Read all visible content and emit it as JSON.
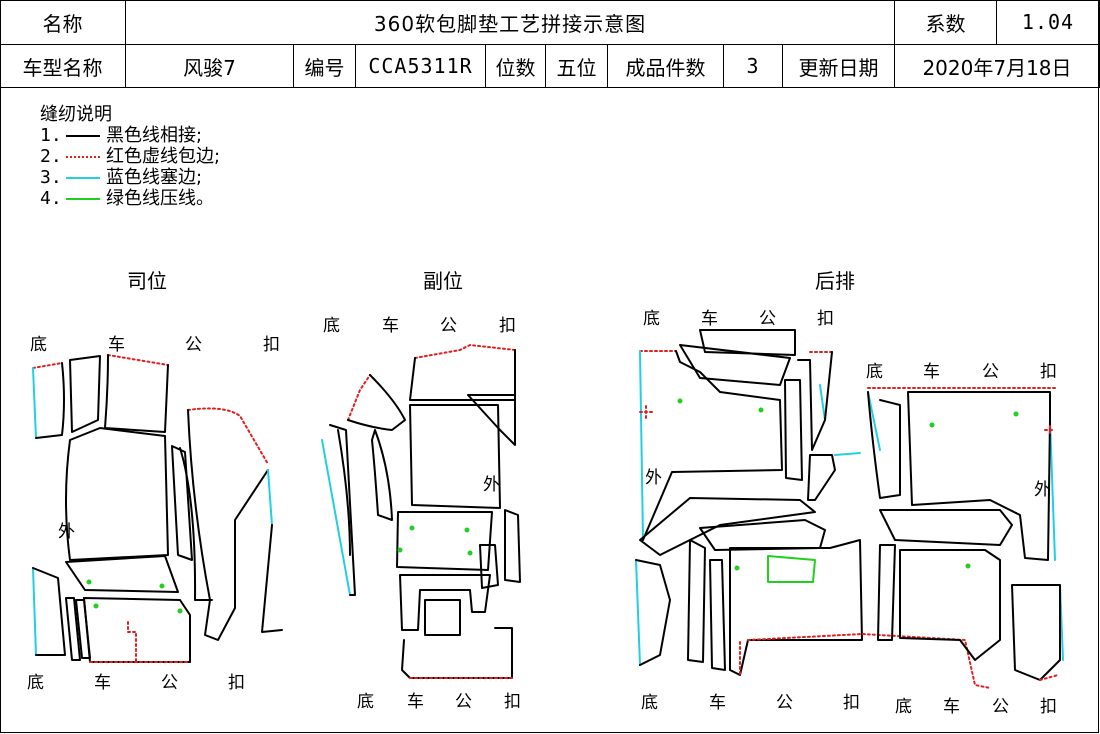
{
  "header": {
    "name_label": "名称",
    "title": "360软包脚垫工艺拼接示意图",
    "coef_label": "系数",
    "coef_value": "1.04",
    "model_label": "车型名称",
    "model_value": "风骏7",
    "code_label": "编号",
    "code_value": "CCA5311R",
    "position_label": "位数",
    "position_value": "五位",
    "pieces_label": "成品件数",
    "pieces_value": "3",
    "date_label": "更新日期",
    "date_value": "2020年7月18日"
  },
  "legend": {
    "title": "缝纫说明",
    "items": [
      {
        "num": "1.",
        "text": "黑色线相接;",
        "color": "#000000",
        "style": "solid"
      },
      {
        "num": "2.",
        "text": "红色虚线包边;",
        "color": "#e02020",
        "style": "dotted"
      },
      {
        "num": "3.",
        "text": "蓝色线塞边;",
        "color": "#22cfe0",
        "style": "solid"
      },
      {
        "num": "4.",
        "text": "绿色线压线。",
        "color": "#20d020",
        "style": "solid"
      }
    ]
  },
  "sections": {
    "driver": {
      "title": "司位",
      "top": [
        "底",
        "车",
        "公",
        "扣"
      ],
      "bottom": [
        "底",
        "车",
        "公",
        "扣"
      ],
      "outer": "外"
    },
    "passenger": {
      "title": "副位",
      "top": [
        "底",
        "车",
        "公",
        "扣"
      ],
      "bottom": [
        "底",
        "车",
        "公",
        "扣"
      ],
      "outer": "外"
    },
    "rear": {
      "title": "后排",
      "top_left": [
        "底",
        "车",
        "公",
        "扣"
      ],
      "top_right": [
        "底",
        "车",
        "公",
        "扣"
      ],
      "bottom_left": [
        "底",
        "车",
        "公",
        "扣"
      ],
      "bottom_right": [
        "底",
        "车",
        "公",
        "扣"
      ],
      "outer_left": "外",
      "outer_right": "外"
    }
  },
  "colors": {
    "black": "#000000",
    "red": "#e02020",
    "blue": "#22cfe0",
    "green": "#20d020"
  }
}
